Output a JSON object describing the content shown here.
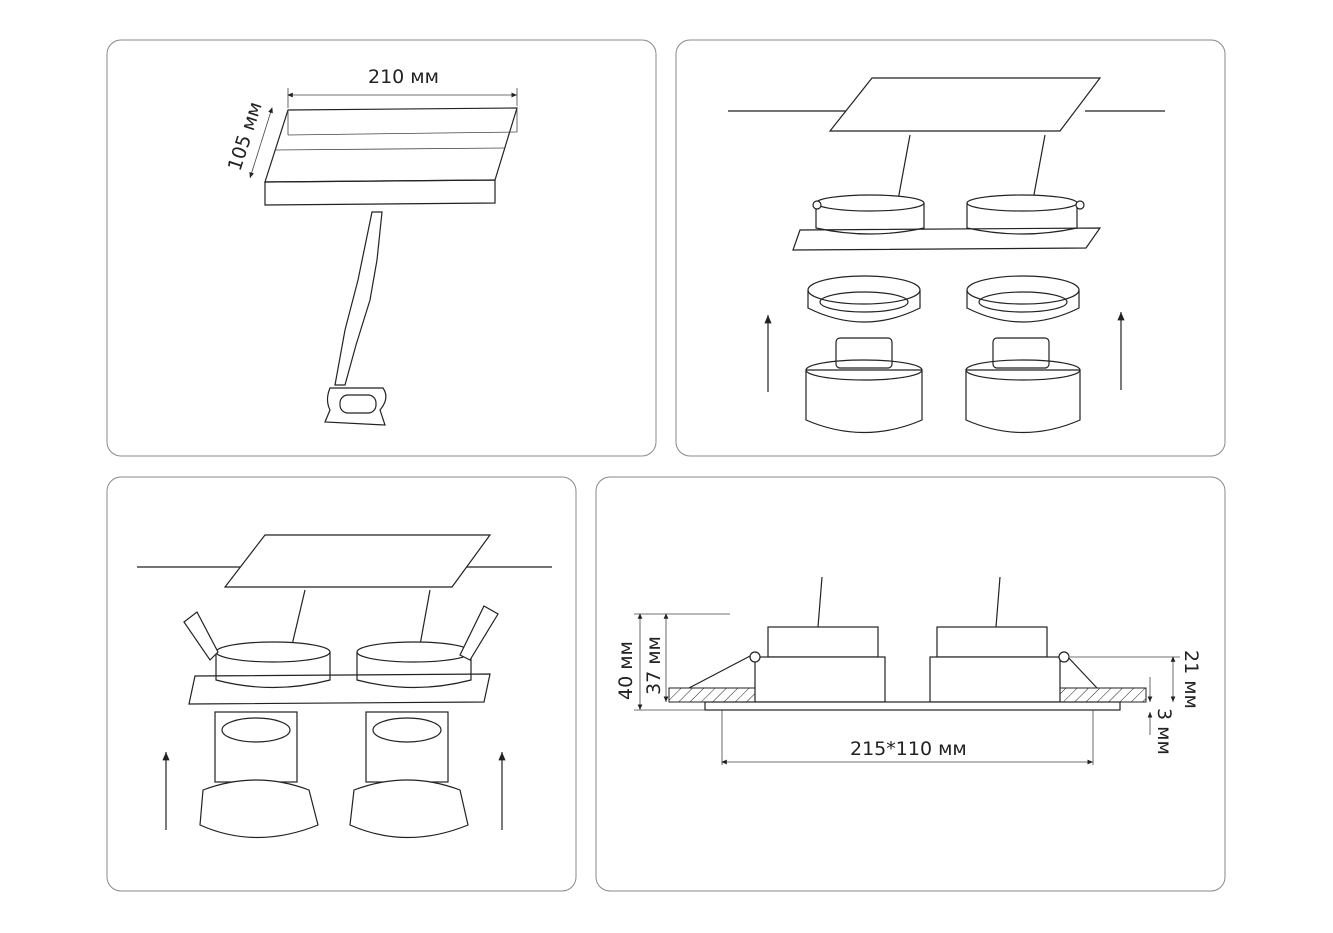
{
  "panels": [
    {
      "name": "cutout-step",
      "dimensions": {
        "width": "210 мм",
        "height": "105 мм"
      }
    },
    {
      "name": "install-frame-step"
    },
    {
      "name": "insert-lamps-step"
    },
    {
      "name": "dimensions-step",
      "dimensions": {
        "total_height": "40 мм",
        "body_height": "37 мм",
        "clip_height": "21 мм",
        "flange": "3 мм",
        "size": "215*110 мм"
      }
    }
  ]
}
